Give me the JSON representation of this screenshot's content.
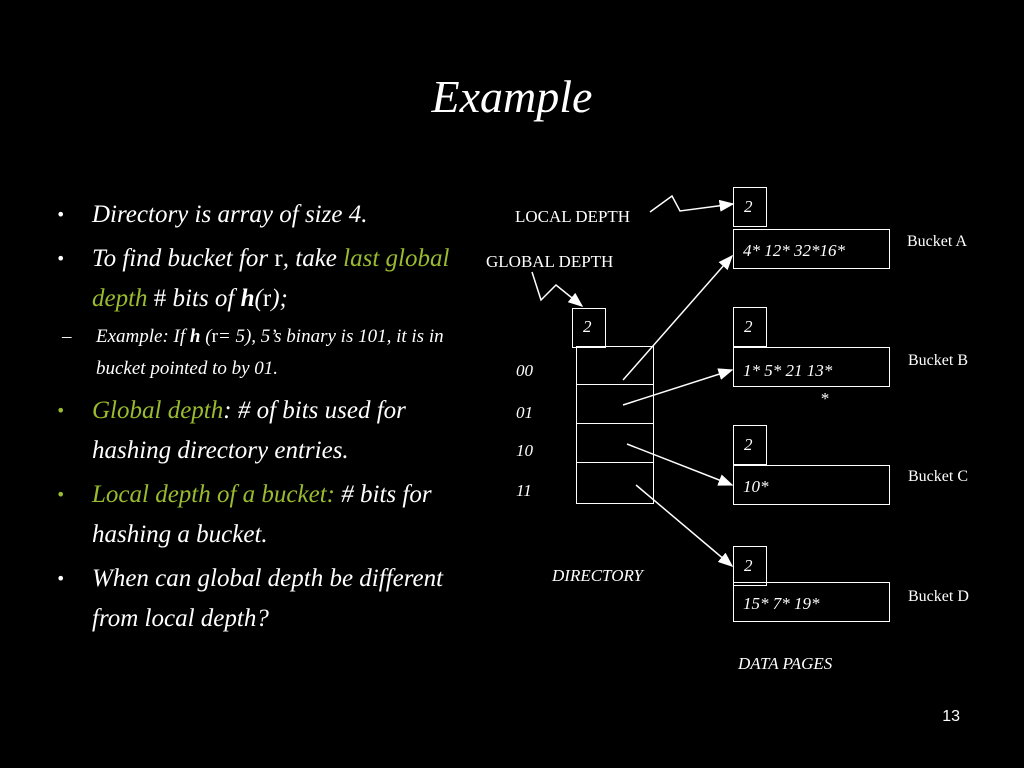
{
  "title": "Example",
  "bullets": {
    "b1": "Directory is array of size 4.",
    "b2_pre": "To find bucket for ",
    "b2_r1": "r",
    "b2_mid": ", take ",
    "b2_green": "last global depth",
    "b2_hash": " # ",
    "b2_bits": "bits of ",
    "b2_h": "h",
    "b2_open": "(",
    "b2_r2": "r",
    "b2_close": ");",
    "sub_dash": "–",
    "sub_pre": "Example: If ",
    "sub_h": "h",
    "sub_open": " (",
    "sub_r": "r",
    "sub_eq": "= 5), 5’s binary is 101,  it is in bucket pointed to by 01.",
    "b3_green": "Global depth",
    "b3_rest": ": # of bits used for hashing directory entries.",
    "b4_green": "Local depth of a bucket:",
    "b4_rest": " # bits for hashing a bucket.",
    "b5": "When can global depth be different from local depth?"
  },
  "diagram": {
    "local_depth_label": "LOCAL DEPTH",
    "global_depth_label": "GLOBAL DEPTH",
    "global_depth_value": "2",
    "directory_label": "DIRECTORY",
    "data_pages_label": "DATA PAGES",
    "directory_entries": [
      "00",
      "01",
      "10",
      "11"
    ],
    "buckets": [
      {
        "name": "Bucket A",
        "local_depth": "2",
        "contents": "4*  12* 32*16*"
      },
      {
        "name": "Bucket B",
        "local_depth": "2",
        "contents": "1*  5*   21  13*",
        "overflow": "*"
      },
      {
        "name": "Bucket C",
        "local_depth": "2",
        "contents": "10*"
      },
      {
        "name": "Bucket D",
        "local_depth": "2",
        "contents": "15* 7* 19*"
      }
    ]
  },
  "page_number": "13"
}
